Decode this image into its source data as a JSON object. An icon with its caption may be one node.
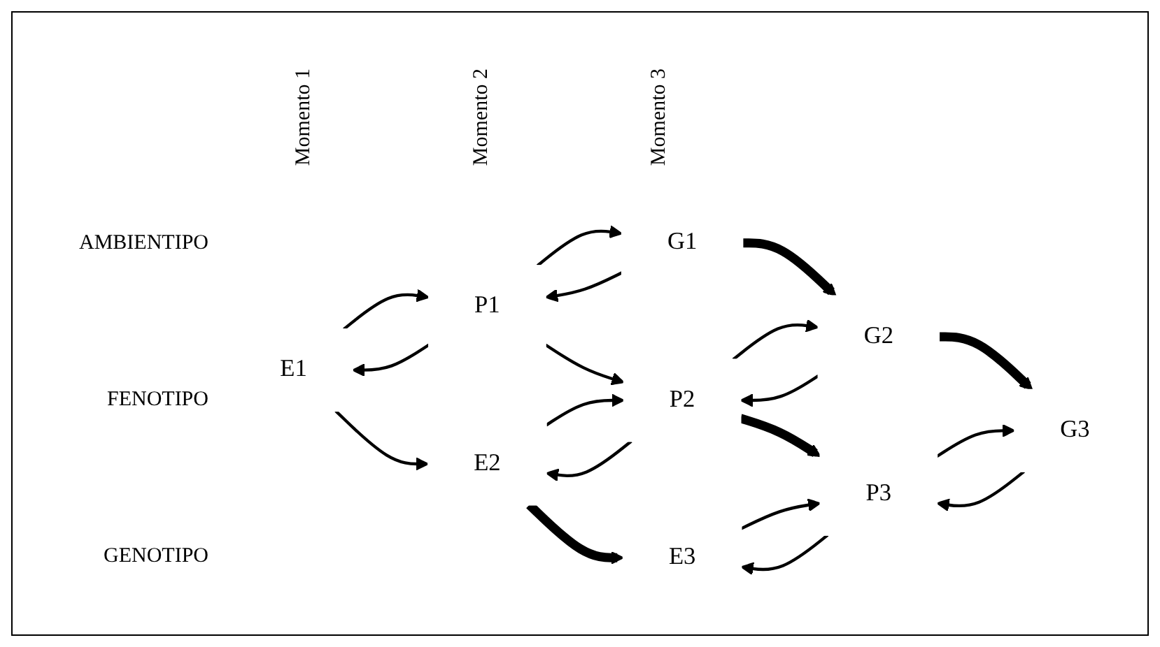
{
  "diagram": {
    "nodes": [
      {
        "text": [
          "E1"
        ]
      },
      {
        "text": [
          "E2"
        ]
      },
      {
        "text": [
          "E3"
        ]
      },
      {
        "text": [
          "P1"
        ]
      },
      {
        "text": [
          "P2"
        ]
      },
      {
        "text": [
          "P3"
        ]
      },
      {
        "text": [
          "G1"
        ]
      },
      {
        "text": [
          "G2"
        ]
      },
      {
        "text": [
          "G3"
        ]
      }
    ],
    "edges": [
      {
        "from": 0,
        "to": 1,
        "arrow": "to"
      },
      {
        "from": 1,
        "to": 2,
        "arrow": "to",
        "style": "thick"
      },
      {
        "from": 3,
        "to": 4,
        "arrow": "to"
      },
      {
        "from": 4,
        "to": 5,
        "arrow": "to",
        "style": "thick"
      },
      {
        "from": 6,
        "to": 7,
        "arrow": "to",
        "style": "thick"
      },
      {
        "from": 7,
        "to": 8,
        "arrow": "to",
        "style": "thick"
      },
      {
        "from": 3,
        "to": 0,
        "arrow": "to"
      },
      {
        "from": 0,
        "to": 3,
        "arrow": "to"
      },
      {
        "from": 4,
        "to": 1,
        "arrow": "to"
      },
      {
        "from": 1,
        "to": 4,
        "arrow": "to"
      },
      {
        "from": 5,
        "to": 2,
        "arrow": "to"
      },
      {
        "from": 2,
        "to": 5,
        "arrow": "to"
      },
      {
        "from": 6,
        "to": 3,
        "arrow": "to"
      },
      {
        "from": 3,
        "to": 6,
        "arrow": "to"
      },
      {
        "from": 7,
        "to": 4,
        "arrow": "to"
      },
      {
        "from": 4,
        "to": 7,
        "arrow": "to"
      },
      {
        "from": 8,
        "to": 5,
        "arrow": "to"
      },
      {
        "from": 5,
        "to": 8,
        "arrow": "to"
      }
    ],
    "labels": [
      "Momento 1",
      "Momento 2",
      "Momento 3",
      "AMBIENTIPO",
      "FENOTIPO",
      "GENOTIPO"
    ]
  }
}
